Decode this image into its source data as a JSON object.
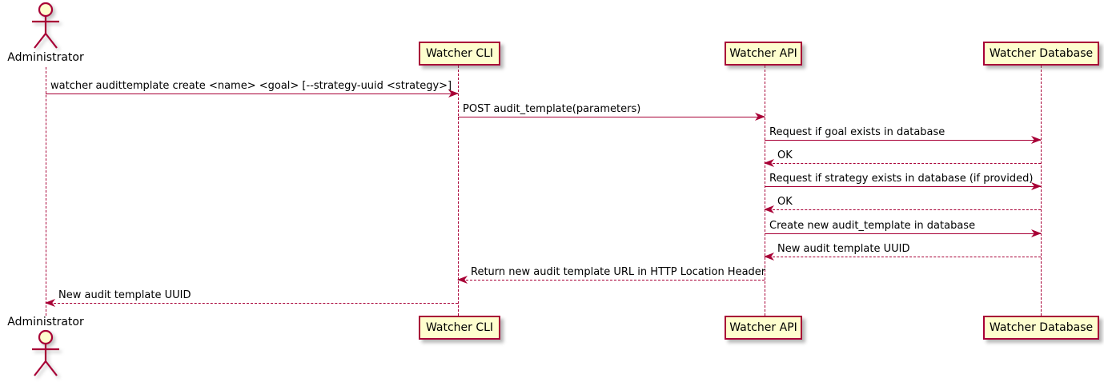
{
  "diagram": {
    "type": "uml-sequence-diagram",
    "colors": {
      "accent": "#A80036",
      "participant_fill": "#FEFECE",
      "text": "#000000",
      "background": "#FFFFFF",
      "shadow": "#787878"
    },
    "actor": {
      "name": "Administrator"
    },
    "participants": [
      {
        "label": "Watcher CLI"
      },
      {
        "label": "Watcher API"
      },
      {
        "label": "Watcher Database"
      }
    ],
    "messages": [
      {
        "from": "Administrator",
        "to": "Watcher CLI",
        "style": "solid",
        "label": "watcher audittemplate create <name> <goal> [--strategy-uuid <strategy>]"
      },
      {
        "from": "Watcher CLI",
        "to": "Watcher API",
        "style": "solid",
        "label": "POST audit_template(parameters)"
      },
      {
        "from": "Watcher API",
        "to": "Watcher Database",
        "style": "solid",
        "label": "Request if goal exists in database"
      },
      {
        "from": "Watcher Database",
        "to": "Watcher API",
        "style": "dashed",
        "label": "OK"
      },
      {
        "from": "Watcher API",
        "to": "Watcher Database",
        "style": "solid",
        "label": "Request if strategy exists in database (if provided)"
      },
      {
        "from": "Watcher Database",
        "to": "Watcher API",
        "style": "dashed",
        "label": "OK"
      },
      {
        "from": "Watcher API",
        "to": "Watcher Database",
        "style": "solid",
        "label": "Create new audit_template in database"
      },
      {
        "from": "Watcher Database",
        "to": "Watcher API",
        "style": "dashed",
        "label": "New audit template UUID"
      },
      {
        "from": "Watcher API",
        "to": "Watcher CLI",
        "style": "dashed",
        "label": "Return new audit template URL in HTTP Location Header"
      },
      {
        "from": "Watcher CLI",
        "to": "Administrator",
        "style": "dashed",
        "label": "New audit template UUID"
      }
    ]
  }
}
